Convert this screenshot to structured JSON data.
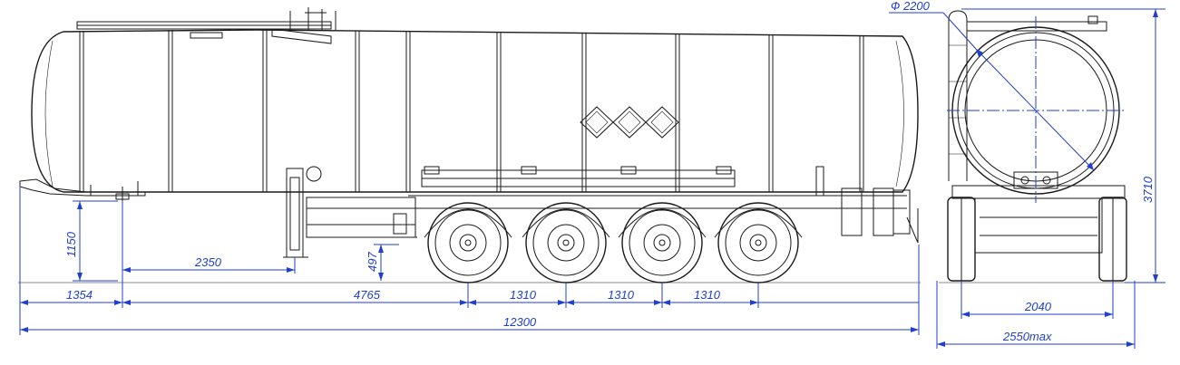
{
  "drawing": {
    "side_view": {
      "dimensions": {
        "front_overhang": "1354",
        "kingpin_to_first_axle": "4765",
        "axle_spacing_1": "1310",
        "axle_spacing_2": "1310",
        "axle_spacing_3": "1310",
        "overall_length": "12300",
        "coupling_height": "1150",
        "landing_gear_offset": "2350",
        "ground_clearance": "497"
      }
    },
    "rear_view": {
      "dimensions": {
        "tank_diameter": "Ф 2200",
        "overall_height": "3710",
        "track_width": "2040",
        "overall_width": "2550max"
      }
    },
    "colors": {
      "outline": "#1a1a1a",
      "dimension": "#1f3fd0"
    }
  }
}
